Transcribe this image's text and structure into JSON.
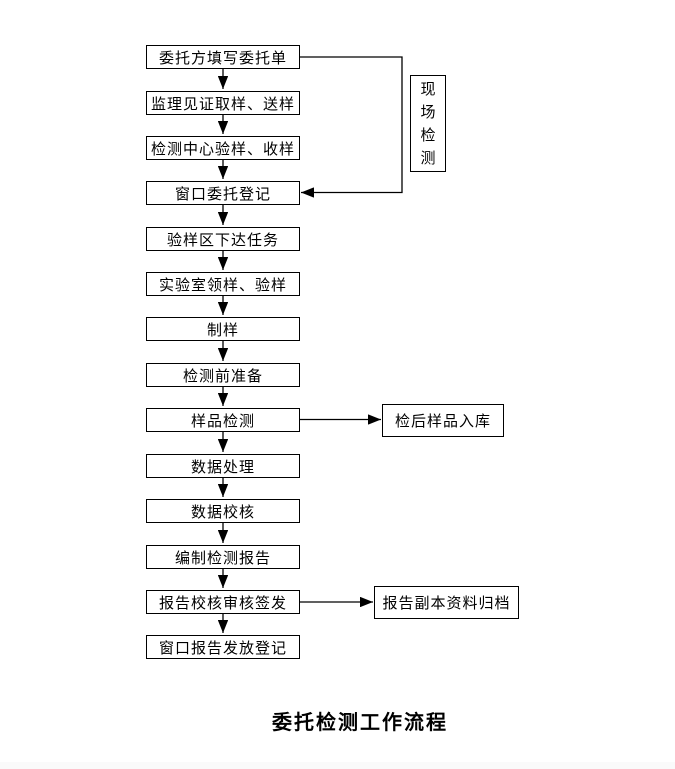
{
  "diagram": {
    "title": "委托检测工作流程",
    "steps": [
      {
        "label": "委托方填写委托单"
      },
      {
        "label": "监理见证取样、送样"
      },
      {
        "label": "检测中心验样、收样"
      },
      {
        "label": "窗口委托登记"
      },
      {
        "label": "验样区下达任务"
      },
      {
        "label": "实验室领样、验样"
      },
      {
        "label": "制样"
      },
      {
        "label": "检测前准备"
      },
      {
        "label": "样品检测"
      },
      {
        "label": "数据处理"
      },
      {
        "label": "数据校核"
      },
      {
        "label": "编制检测报告"
      },
      {
        "label": "报告校核审核签发"
      },
      {
        "label": "窗口报告发放登记"
      }
    ],
    "side_boxes": {
      "onsite": {
        "label": "现场检测",
        "orientation": "vertical"
      },
      "storage": {
        "label": "检后样品入库"
      },
      "archive": {
        "label": "报告副本资料归档"
      }
    },
    "connections": {
      "loop": {
        "from": "委托方填写委托单",
        "to": "窗口委托登记",
        "via": "现场检测"
      },
      "branch_storage": {
        "from": "样品检测",
        "to": "检后样品入库"
      },
      "branch_archive": {
        "from": "报告校核审核签发",
        "to": "报告副本资料归档"
      }
    },
    "colors": {
      "line": "#000000",
      "text": "#000000",
      "background": "#ffffff"
    }
  }
}
